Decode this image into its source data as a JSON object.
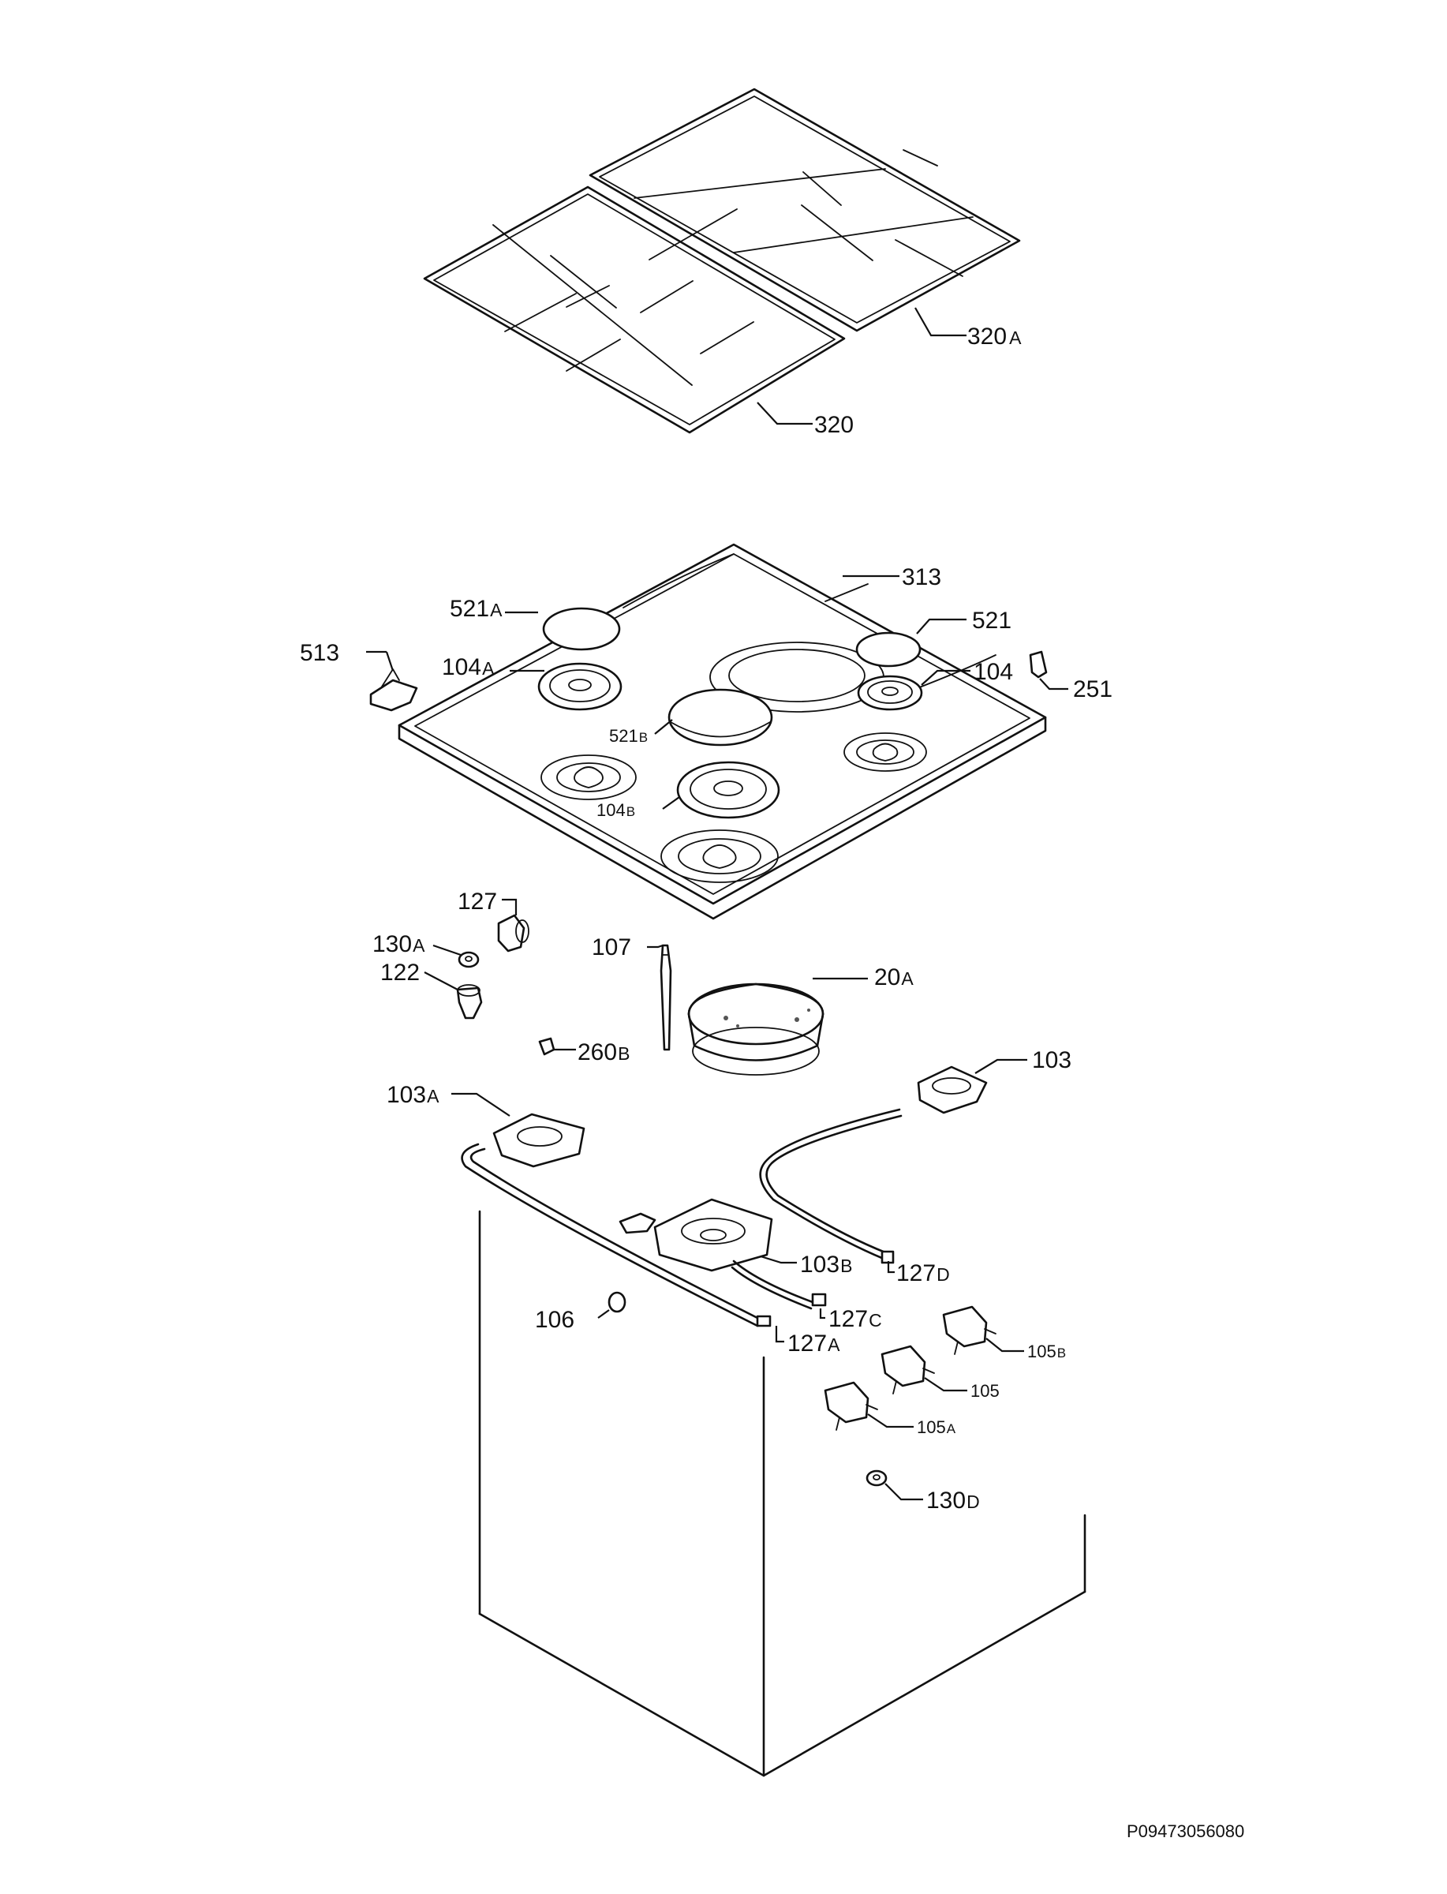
{
  "labels": {
    "l320a": {
      "num": "320",
      "suf": "A"
    },
    "l320": {
      "num": "320",
      "suf": ""
    },
    "l313": {
      "num": "313",
      "suf": ""
    },
    "l521a": {
      "num": "521",
      "suf": "A"
    },
    "l521": {
      "num": "521",
      "suf": ""
    },
    "l513": {
      "num": "513",
      "suf": ""
    },
    "l104a": {
      "num": "104",
      "suf": "A"
    },
    "l104": {
      "num": "104",
      "suf": ""
    },
    "l251": {
      "num": "251",
      "suf": ""
    },
    "l521b": {
      "num": "521",
      "suf": "B"
    },
    "l104b": {
      "num": "104",
      "suf": "B"
    },
    "l127": {
      "num": "127",
      "suf": ""
    },
    "l130a": {
      "num": "130",
      "suf": "A"
    },
    "l107": {
      "num": "107",
      "suf": ""
    },
    "l20a": {
      "num": "20",
      "suf": "A"
    },
    "l122": {
      "num": "122",
      "suf": ""
    },
    "l260b": {
      "num": "260",
      "suf": "B"
    },
    "l103": {
      "num": "103",
      "suf": ""
    },
    "l103a": {
      "num": "103",
      "suf": "A"
    },
    "l103b": {
      "num": "103",
      "suf": "B"
    },
    "l127d": {
      "num": "127",
      "suf": "D"
    },
    "l106": {
      "num": "106",
      "suf": ""
    },
    "l127c": {
      "num": "127",
      "suf": "C"
    },
    "l127a": {
      "num": "127",
      "suf": "A"
    },
    "l105b": {
      "num": "105",
      "suf": "B"
    },
    "l105": {
      "num": "105",
      "suf": ""
    },
    "l105a": {
      "num": "105",
      "suf": "A"
    },
    "l130d": {
      "num": "130",
      "suf": "D"
    }
  },
  "drawing_code": "P09473056080"
}
